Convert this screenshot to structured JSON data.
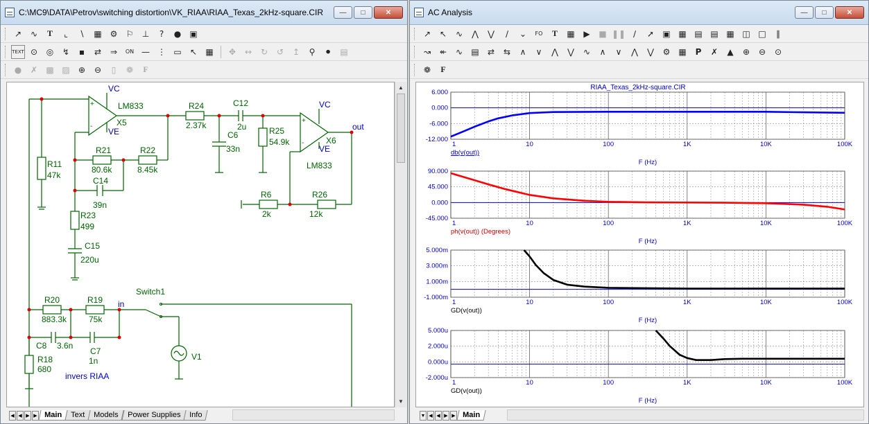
{
  "left_window": {
    "title": "C:\\MC9\\DATA\\Petrov\\switching distortion\\VK_RIAA\\RIAA_Texas_2kHz-square.CIR",
    "tabs": [
      "Main",
      "Text",
      "Models",
      "Power Supplies",
      "Info"
    ],
    "active_tab": "Main"
  },
  "right_window": {
    "title": "AC Analysis",
    "tabs": [
      "Main"
    ],
    "active_tab": "Main",
    "plot_title": "RIAA_Texas_2kHz-square.CIR"
  },
  "schematic": {
    "labels": {
      "vc1": "VC",
      "ve1": "VE",
      "x5": "X5",
      "lm833a": "LM833",
      "vc2": "VC",
      "ve2": "VE",
      "x6": "X6",
      "lm833b": "LM833",
      "out": "out",
      "in": "in",
      "switch1": "Switch1",
      "r11": "R11",
      "r11v": "47k",
      "r21": "R21",
      "r21v": "80.6k",
      "r22": "R22",
      "r22v": "8.45k",
      "c14": "C14",
      "c14v": "39n",
      "r23": "R23",
      "r23v": "499",
      "c15": "C15",
      "c15v": "220u",
      "r24": "R24",
      "r24v": "2.37k",
      "c12": "C12",
      "c12v": "2u",
      "c6": "C6",
      "c6v": "33n",
      "r25": "R25",
      "r25v": "54.9k",
      "r6": "R6",
      "r6v": "2k",
      "r26": "R26",
      "r26v": "12k",
      "r20": "R20",
      "r20v": "883.3k",
      "r19": "R19",
      "r19v": "75k",
      "c8": "C8",
      "c8v": "3.6n",
      "c7": "C7",
      "c7v": "1n",
      "r18": "R18",
      "r18v": "680",
      "v1": "V1",
      "invers": "invers RIAA",
      "plus": "+",
      "minus": "-"
    }
  },
  "chart_data": [
    {
      "type": "line",
      "title": "RIAA_Texas_2kHz-square.CIR",
      "xlabel": "F (Hz)",
      "ylabel": "db(v(out))",
      "x_scale": "log",
      "xlim": [
        1,
        100000
      ],
      "x_ticks": [
        "1",
        "10",
        "100",
        "1K",
        "10K",
        "100K"
      ],
      "ylim": [
        -12,
        6
      ],
      "y_ticks": [
        "6.000",
        "0.000",
        "-6.000",
        "-12.000"
      ],
      "color": "#0000ff",
      "series": [
        {
          "x": [
            1,
            1.5,
            2,
            3,
            4,
            6,
            10,
            20,
            100,
            1000,
            10000,
            30000,
            100000
          ],
          "y": [
            -11,
            -8.8,
            -7.2,
            -5.2,
            -4.0,
            -2.9,
            -2.0,
            -1.6,
            -1.5,
            -1.5,
            -1.5,
            -1.7,
            -1.9
          ]
        }
      ]
    },
    {
      "type": "line",
      "xlabel": "F (Hz)",
      "ylabel": "ph(v(out)) (Degrees)",
      "x_scale": "log",
      "xlim": [
        1,
        100000
      ],
      "x_ticks": [
        "1",
        "10",
        "100",
        "1K",
        "10K",
        "100K"
      ],
      "ylim": [
        -45,
        90
      ],
      "y_ticks": [
        "90.000",
        "45.000",
        "0.000",
        "-45.000"
      ],
      "color": "#ff0000",
      "series": [
        {
          "x": [
            1,
            2,
            3,
            5,
            10,
            20,
            50,
            100,
            300,
            1000,
            3000,
            10000,
            30000,
            60000,
            100000
          ],
          "y": [
            84,
            64,
            52,
            38,
            22,
            12,
            5,
            2,
            0.5,
            0,
            -0.5,
            -2,
            -6,
            -12,
            -20
          ]
        }
      ]
    },
    {
      "type": "line",
      "xlabel": "F (Hz)",
      "ylabel": "GD(v(out))",
      "x_scale": "log",
      "xlim": [
        1,
        100000
      ],
      "x_ticks": [
        "1",
        "10",
        "100",
        "1K",
        "10K",
        "100K"
      ],
      "ylim": [
        -0.001,
        0.005
      ],
      "y_ticks": [
        "5.000m",
        "3.000m",
        "1.000m",
        "-1.000m"
      ],
      "color": "#000000",
      "series": [
        {
          "x": [
            8.5,
            10,
            12,
            15,
            20,
            30,
            50,
            100,
            1000,
            100000
          ],
          "y": [
            0.005,
            0.0042,
            0.0031,
            0.0021,
            0.0012,
            0.0006,
            0.00035,
            0.0002,
            0.0001,
            0.0001
          ]
        }
      ]
    },
    {
      "type": "line",
      "xlabel": "F (Hz)",
      "ylabel": "GD(v(out))",
      "x_scale": "log",
      "xlim": [
        1,
        100000
      ],
      "x_ticks": [
        "1",
        "10",
        "100",
        "1K",
        "10K",
        "100K"
      ],
      "ylim": [
        -2e-06,
        5e-06
      ],
      "y_ticks": [
        "5.000u",
        "2.000u",
        "0.000u",
        "-2.000u"
      ],
      "color": "#000000",
      "series": [
        {
          "x": [
            400,
            500,
            600,
            800,
            1000,
            1300,
            2000,
            3000,
            5000,
            10000,
            100000
          ],
          "y": [
            5e-06,
            3.8e-06,
            2.7e-06,
            1.4e-06,
            9e-07,
            6e-07,
            6e-07,
            7.5e-07,
            8e-07,
            8e-07,
            8e-07
          ]
        }
      ]
    }
  ]
}
